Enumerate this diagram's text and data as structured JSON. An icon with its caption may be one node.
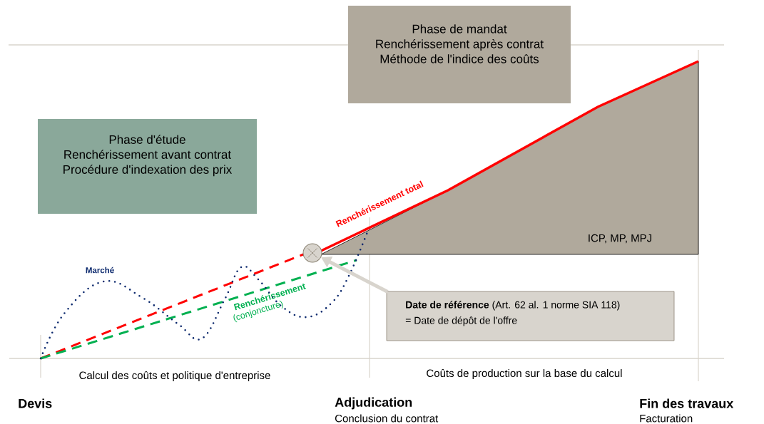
{
  "diagram": {
    "nodes": [
      {
        "text": [
          "Phase d'étude",
          "Renchérissement avant contrat",
          "Procédure d'indexation des prix"
        ]
      },
      {
        "text": [
          "Phase de mandat",
          "Renchérissement après contrat",
          "Méthode de l'indice des coûts"
        ]
      },
      {
        "text": [
          "**Date de référence** (Art. 62 al. 1 norme SIA 118)",
          "= Date de dépôt de l'offre"
        ]
      },
      {
        "text": [],
        "shape": "circle"
      }
    ],
    "edges": [
      {
        "from": 2,
        "to": 3,
        "arrow": "to"
      }
    ],
    "labels": [
      "Marché",
      "Renchérissement total",
      "Renchérissement",
      "(conjoncture)",
      "ICP, MP, MPJ",
      "Calcul des coûts et politique d'entreprise",
      "Coûts de production sur la base du calcul",
      "Devis",
      "Adjudication",
      "Conclusion du contrat",
      "Fin des travaux",
      "Facturation"
    ]
  }
}
